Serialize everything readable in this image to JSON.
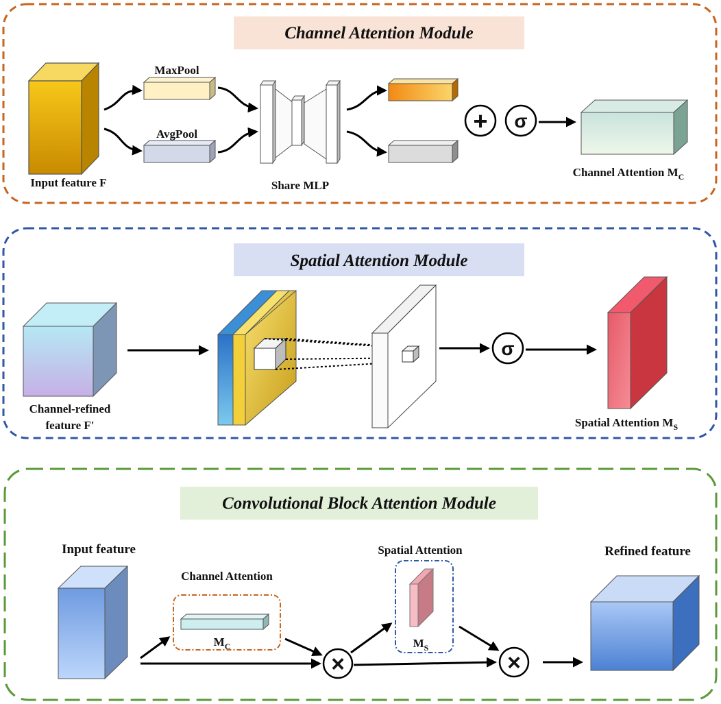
{
  "channel_module": {
    "title": "Channel Attention Module",
    "border_color": "#c8641e",
    "title_bg": "#f9e3d6",
    "input_label": "Input feature F",
    "maxpool_label": "MaxPool",
    "avgpool_label": "AvgPool",
    "mlp_label": "Share MLP",
    "plus_symbol": "+",
    "sigma_symbol": "σ",
    "output_label_main": "Channel Attention M",
    "output_label_sub": "C"
  },
  "spatial_module": {
    "title": "Spatial Attention Module",
    "border_color": "#2f57a6",
    "title_bg": "#d9dff3",
    "input_label_line1": "Channel-refined",
    "input_label_line2": "feature F'",
    "sigma_symbol": "σ",
    "output_label_main": "Spatial Attention M",
    "output_label_sub": "S"
  },
  "cbam_module": {
    "title": "Convolutional Block Attention Module",
    "border_color": "#5a9a3a",
    "title_bg": "#e2f0d9",
    "input_label": "Input feature",
    "channel_attention_label": "Channel Attention",
    "channel_box_main": "M",
    "channel_box_sub": "C",
    "spatial_attention_label": "Spatial Attention",
    "spatial_box_main": "M",
    "spatial_box_sub": "S",
    "multiply_symbol": "×",
    "output_label": "Refined feature"
  }
}
